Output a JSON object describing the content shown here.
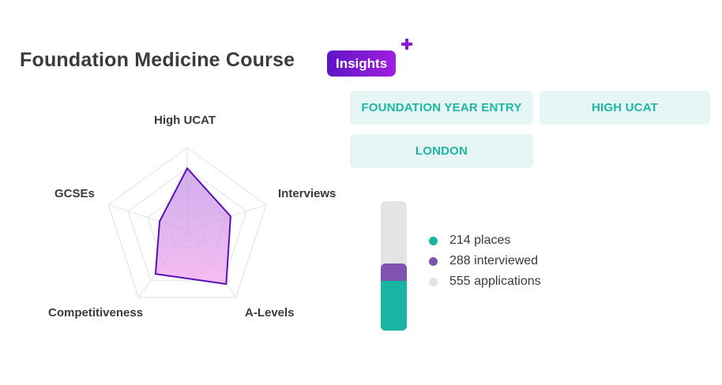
{
  "header": {
    "title": "Foundation Medicine Course",
    "badge": "Insights",
    "plus_icon": "plus-icon"
  },
  "tags": [
    "FOUNDATION YEAR ENTRY",
    "HIGH UCAT",
    "LONDON"
  ],
  "radar": {
    "axes": [
      "High UCAT",
      "Interviews",
      "A-Levels",
      "Competitiveness",
      "GCSEs"
    ],
    "values": [
      0.75,
      0.55,
      0.8,
      0.65,
      0.35
    ],
    "colors": {
      "stroke": "#5a10b8",
      "fill_top": "#b986e0",
      "fill_bottom": "#f2a6ee",
      "grid": "#e2e2e2"
    }
  },
  "stats": {
    "places": 214,
    "interviewed": 288,
    "applications": 555,
    "legend": [
      {
        "label": "214 places",
        "color": "#19b5a3"
      },
      {
        "label": "288 interviewed",
        "color": "#7e54b0"
      },
      {
        "label": "555 applications",
        "color": "#e4e4e4"
      }
    ]
  }
}
